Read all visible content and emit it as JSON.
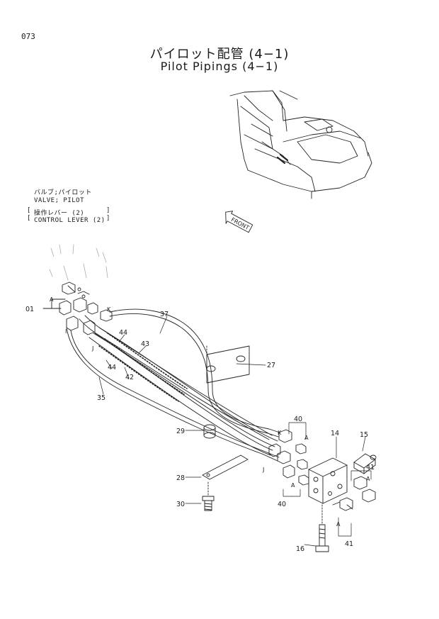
{
  "page": {
    "number": "073"
  },
  "title": {
    "japanese": "パイロット配管 (4−1)",
    "english": "Pilot Pipings (4−1)"
  },
  "notes": {
    "valve_jp": "バルブ;パイロット",
    "valve_en": "VALVE; PILOT",
    "lever_jp": "操作レバー (2)",
    "lever_en": "CONTROL LEVER (2)"
  },
  "front_label": "FRONT",
  "part_numbers": {
    "p01": "01",
    "p14": "14",
    "p15": "15",
    "p16": "16",
    "p27": "27",
    "p28": "28",
    "p29": "29",
    "p30": "30",
    "p35": "35",
    "p37": "37",
    "p40a": "40",
    "p40b": "40",
    "p41a": "41",
    "p41b": "41",
    "p42": "42",
    "p43": "43",
    "p44a": "44",
    "p44b": "44"
  },
  "letters": {
    "a1": "A",
    "a2": "A",
    "a3": "A",
    "a4": "A",
    "a5": "A",
    "k1": "K",
    "k2": "K",
    "i1": "I",
    "j1": "J",
    "j2": "J"
  }
}
